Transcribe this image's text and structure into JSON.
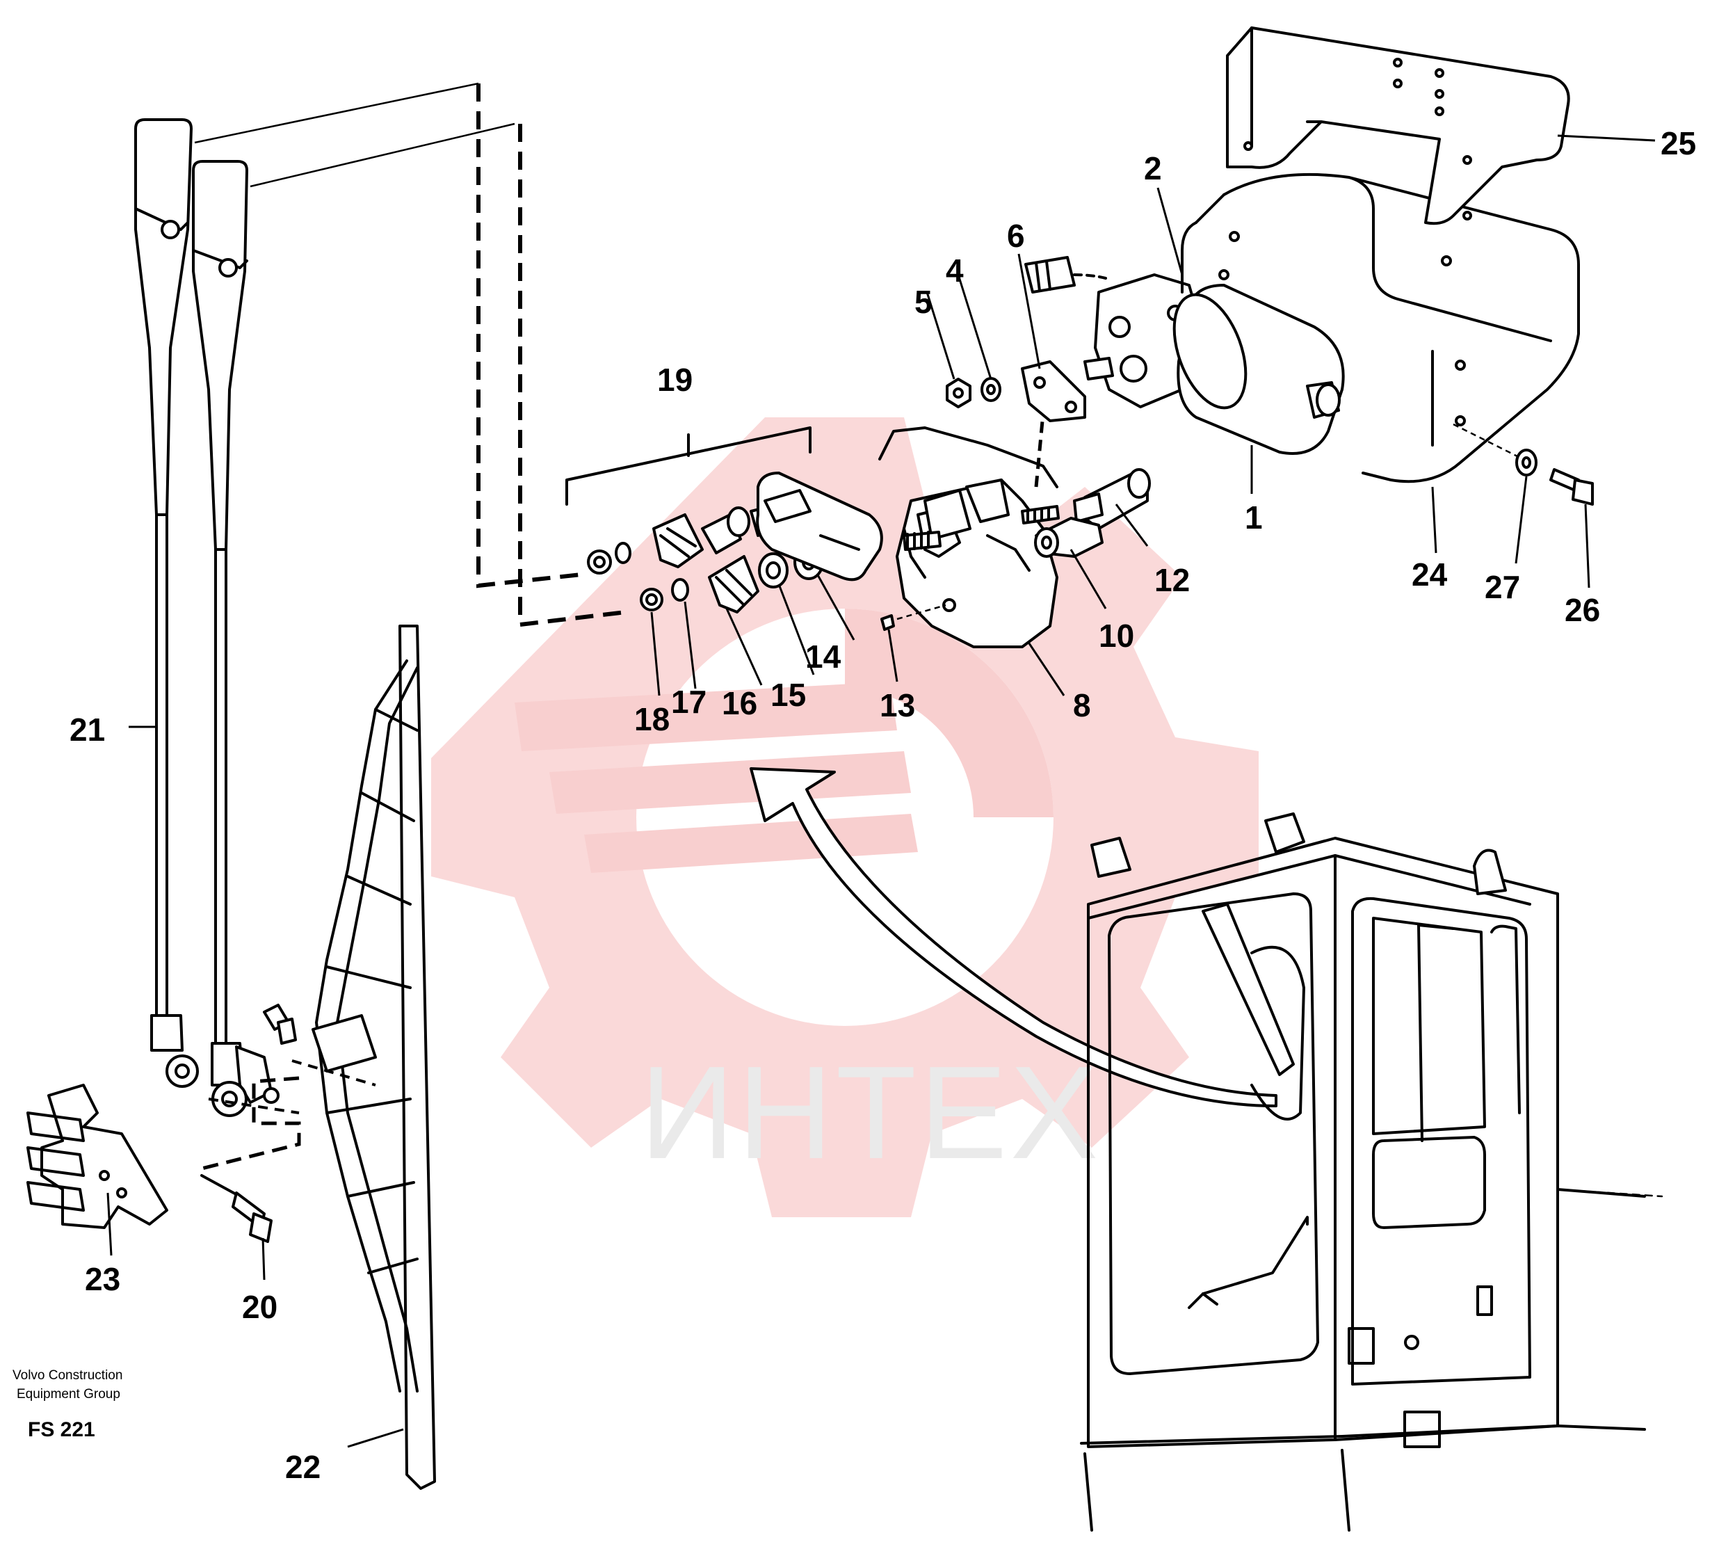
{
  "watermark": {
    "text": "ИНТЕХ",
    "color": "#f2b8b8"
  },
  "footer": {
    "company_line1": "Volvo Construction",
    "company_line2": "Equipment Group",
    "code": "FS 221"
  },
  "callouts": {
    "p1": "1",
    "p2": "2",
    "p4": "4",
    "p5": "5",
    "p6": "6",
    "p8": "8",
    "p10": "10",
    "p12": "12",
    "p13": "13",
    "p14": "14",
    "p15": "15",
    "p16": "16",
    "p17": "17",
    "p18": "18",
    "p19": "19",
    "p20": "20",
    "p21": "21",
    "p22": "22",
    "p23": "23",
    "p24": "24",
    "p25": "25",
    "p26": "26",
    "p27": "27"
  }
}
